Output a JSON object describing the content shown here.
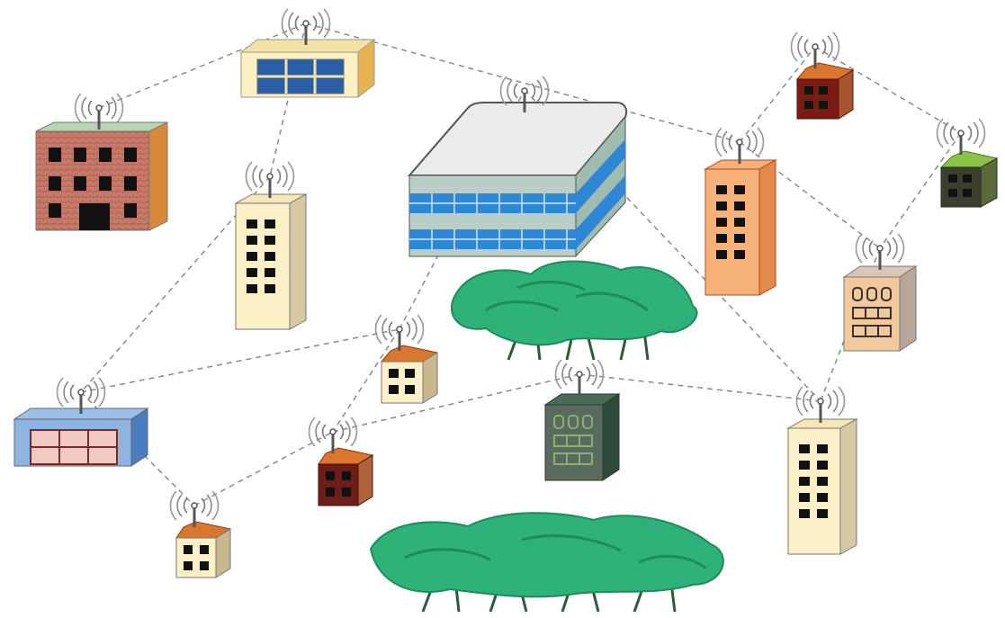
{
  "diagram": {
    "description_visible_text": "",
    "nodes": [
      {
        "id": "n1",
        "kind": "brick-office",
        "label": ""
      },
      {
        "id": "n2",
        "kind": "low-office-blue-windows",
        "label": ""
      },
      {
        "id": "n3",
        "kind": "large-glass-campus",
        "label": ""
      },
      {
        "id": "n4",
        "kind": "small-house-dark-red",
        "label": ""
      },
      {
        "id": "n5",
        "kind": "small-house-green-roof",
        "label": ""
      },
      {
        "id": "n6",
        "kind": "tall-tower-cream",
        "label": ""
      },
      {
        "id": "n7",
        "kind": "tall-tower-orange",
        "label": ""
      },
      {
        "id": "n8",
        "kind": "apartment-beige",
        "label": ""
      },
      {
        "id": "n9",
        "kind": "warehouse-blue",
        "label": ""
      },
      {
        "id": "n10",
        "kind": "small-house-cream",
        "label": ""
      },
      {
        "id": "n11",
        "kind": "small-house-maroon",
        "label": ""
      },
      {
        "id": "n12",
        "kind": "apartment-dark-green",
        "label": ""
      },
      {
        "id": "n13",
        "kind": "small-house-cream-bottom",
        "label": ""
      },
      {
        "id": "n14",
        "kind": "tall-tower-cream-right",
        "label": ""
      }
    ],
    "links": [
      [
        "n1",
        "n2"
      ],
      [
        "n2",
        "n7"
      ],
      [
        "n2",
        "n6"
      ],
      [
        "n6",
        "n9"
      ],
      [
        "n9",
        "n10"
      ],
      [
        "n9",
        "n13"
      ],
      [
        "n10",
        "n3"
      ],
      [
        "n10",
        "n11"
      ],
      [
        "n13",
        "n11"
      ],
      [
        "n11",
        "n12"
      ],
      [
        "n12",
        "n14"
      ],
      [
        "n3",
        "n14"
      ],
      [
        "n7",
        "n4"
      ],
      [
        "n7",
        "n8"
      ],
      [
        "n4",
        "n5"
      ],
      [
        "n5",
        "n8"
      ],
      [
        "n8",
        "n14"
      ]
    ],
    "colors": {
      "link": "#8a8a8a",
      "tree_dark": "#1f8a5a",
      "tree_light": "#2fb27a",
      "trunk": "#2e5a3a"
    }
  }
}
